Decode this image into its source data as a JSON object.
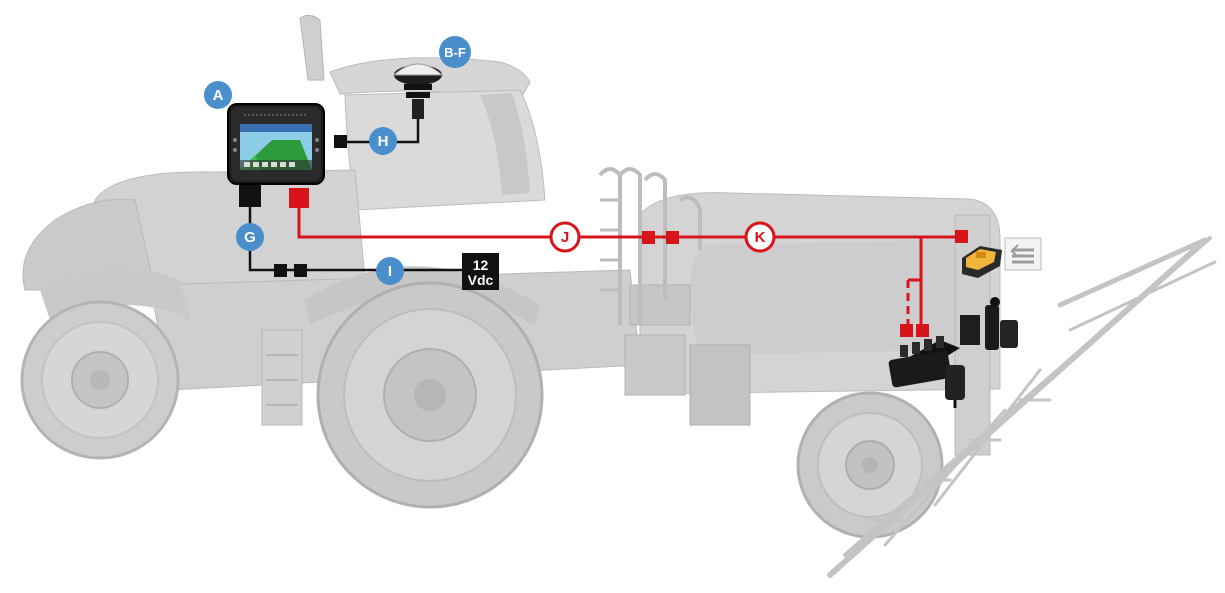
{
  "labels": {
    "a": "A",
    "bf": "B-F",
    "g": "G",
    "h": "H",
    "i": "I",
    "j": "J",
    "k": "K"
  },
  "power": {
    "line1": "12",
    "line2": "Vdc"
  },
  "colors": {
    "blue_badge": "#4a8fcc",
    "red_cable": "#d8141b",
    "black_cable": "#111111",
    "vehicle_fill": "#d4d4d4",
    "vehicle_shade": "#bdbdbd",
    "vehicle_dark": "#a9a9a9",
    "screen_green": "#2e9b3a",
    "screen_sky": "#8ecde8"
  },
  "icons": [
    "tractor-sprayer",
    "display-terminal",
    "gps-antenna",
    "power-supply",
    "valve-manifold",
    "rate-controller",
    "boom-section-icon"
  ]
}
